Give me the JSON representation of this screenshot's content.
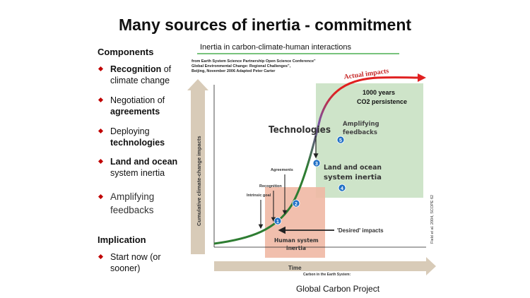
{
  "slide": {
    "title": "Many sources of inertia - commitment",
    "credit": "Global Carbon Project"
  },
  "components": {
    "heading": "Components",
    "items": [
      {
        "plain1": "",
        "bold": "Recognition",
        "plain2": " of",
        "line2": "climate change",
        "line2_bold": false
      },
      {
        "plain1": "Negotiation of",
        "bold": "",
        "plain2": "",
        "line2": "agreements",
        "line2_bold": true
      },
      {
        "plain1": "Deploying",
        "bold": "",
        "plain2": "",
        "line2": "technologies",
        "line2_bold": true
      },
      {
        "plain1": "",
        "bold": "Land and ocean",
        "plain2": "",
        "line2": "system inertia",
        "line2_bold": false
      },
      {
        "plain1": "Amplifying",
        "bold": "",
        "plain2": "",
        "line2": "feedbacks",
        "line2_bold": false
      }
    ]
  },
  "implication": {
    "heading": "Implication",
    "line1": "Start now (or",
    "line2": "sooner)"
  },
  "figure": {
    "header_title": "Inertia in carbon-climate-human interactions",
    "source_line1": "from Earth System Science Partnership Open Science Conference\"",
    "source_line2": "Global Environmental Change: Regional Challenges\",",
    "source_line3": "Beijing, November 2006 Adapted Peter Carter",
    "actual_impacts": "Actual impacts",
    "persistence_line1": "1000 years",
    "persistence_line2": "CO2 persistence",
    "technologies": "Technologies",
    "amplifying_line1": "Amplifying",
    "amplifying_line2": "feedbacks",
    "land_ocean_line1": "Land and ocean",
    "land_ocean_line2": "system inertia",
    "agreements": "Agreements",
    "recognition": "Recognition",
    "intrinsic_goal": "Intrinsic goal",
    "desired_impacts": "'Desired' impacts",
    "human_line1": "Human system",
    "human_line2": "inertia",
    "y_axis": "Cumulative climate-change impacts",
    "x_axis": "Time",
    "footer": "Carbon in the Earth System:",
    "citation": "Field et al. 2004, SCOPE 62",
    "markers": [
      "1",
      "2",
      "3",
      "4",
      "5"
    ],
    "colors": {
      "accent_red": "#c00000",
      "curve_green": "#2e7d32",
      "curve_red": "#e02020",
      "marker_blue": "#1f6fc5",
      "human_box": "#f0b8a4",
      "land_box": "#c5dfc0",
      "arrow_tan": "#d8cbb8"
    }
  }
}
